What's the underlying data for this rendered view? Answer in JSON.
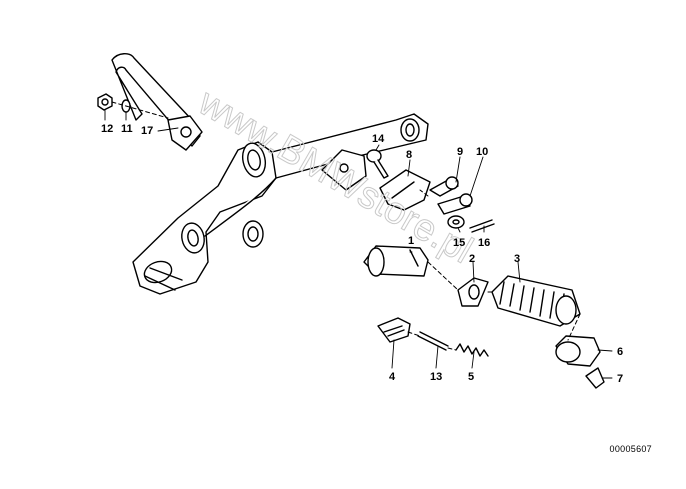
{
  "watermark": "www.BMWstore.pl",
  "diagram_id": "00005607",
  "callouts": [
    {
      "id": "1",
      "label": "1"
    },
    {
      "id": "2",
      "label": "2"
    },
    {
      "id": "3",
      "label": "3"
    },
    {
      "id": "4",
      "label": "4"
    },
    {
      "id": "5",
      "label": "5"
    },
    {
      "id": "6",
      "label": "6"
    },
    {
      "id": "7",
      "label": "7"
    },
    {
      "id": "8",
      "label": "8"
    },
    {
      "id": "9",
      "label": "9"
    },
    {
      "id": "10",
      "label": "10"
    },
    {
      "id": "11",
      "label": "11"
    },
    {
      "id": "12",
      "label": "12"
    },
    {
      "id": "13",
      "label": "13"
    },
    {
      "id": "14",
      "label": "14"
    },
    {
      "id": "15",
      "label": "15"
    },
    {
      "id": "16",
      "label": "16"
    },
    {
      "id": "17",
      "label": "17"
    }
  ]
}
